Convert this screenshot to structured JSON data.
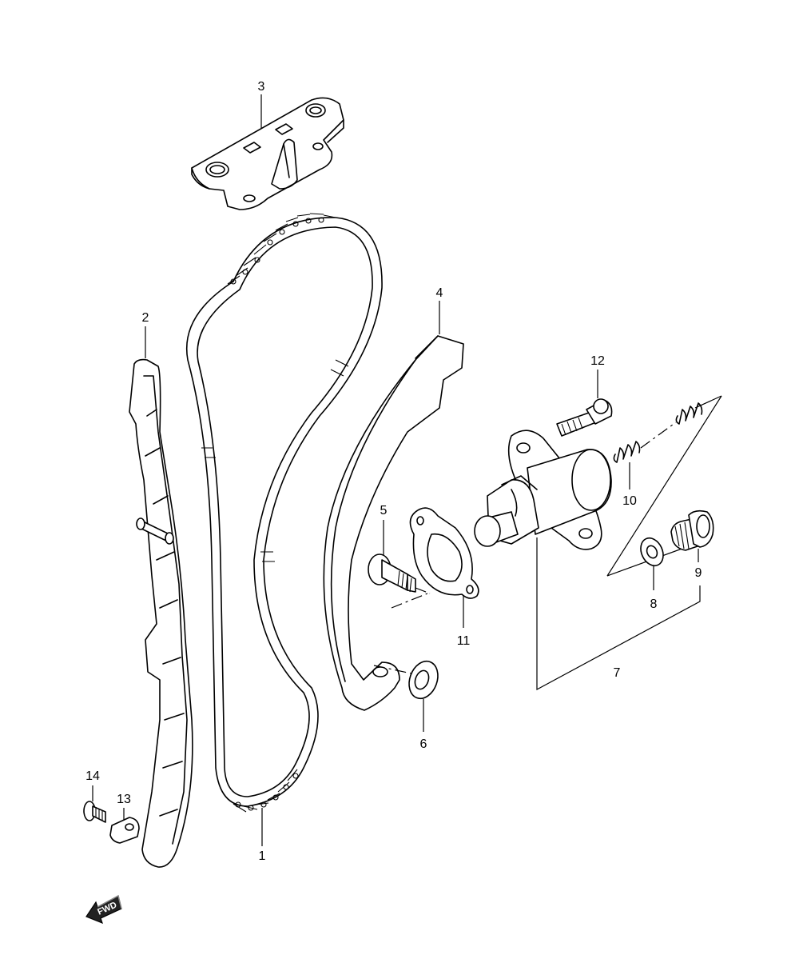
{
  "callouts": {
    "c1": "1",
    "c2": "2",
    "c3": "3",
    "c4": "4",
    "c5": "5",
    "c6": "6",
    "c7": "7",
    "c8": "8",
    "c9": "9",
    "c10": "10",
    "c11": "11",
    "c12": "12",
    "c13": "13",
    "c14": "14"
  },
  "fwd_label": "FWD"
}
